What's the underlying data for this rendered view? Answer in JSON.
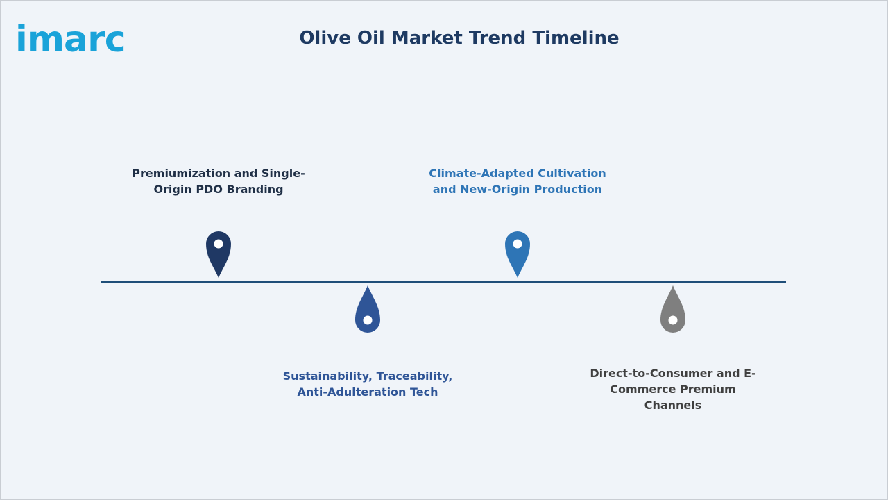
{
  "logo": {
    "text": "imarc"
  },
  "title": "Olive Oil Market Trend Timeline",
  "colors": {
    "background": "#f0f4f9",
    "title": "#1e3a62",
    "line": "#1f4e79",
    "logo": "#1aa3d9"
  },
  "milestones": [
    {
      "label": "Premiumization and Single-Origin PDO Branding",
      "label_lines": [
        "Premiumization and Single-",
        "Origin PDO Branding"
      ],
      "position": "above",
      "pin_color": "#1f3864",
      "text_color": "#1f2f46",
      "icon": "map-pin-icon"
    },
    {
      "label": "Sustainability, Traceability, Anti-Adulteration Tech",
      "label_lines": [
        "Sustainability, Traceability,",
        "Anti-Adulteration Tech"
      ],
      "position": "below",
      "pin_color": "#2f5597",
      "text_color": "#2f5597",
      "icon": "drop-pin-icon"
    },
    {
      "label": "Climate-Adapted Cultivation and New-Origin Production",
      "label_lines": [
        "Climate-Adapted Cultivation",
        "and New-Origin Production"
      ],
      "position": "above",
      "pin_color": "#2e75b6",
      "text_color": "#2e75b6",
      "icon": "map-pin-icon"
    },
    {
      "label": "Direct-to-Consumer and E-Commerce Premium Channels",
      "label_lines": [
        "Direct-to-Consumer and E-",
        "Commerce Premium Channels"
      ],
      "position": "below",
      "pin_color": "#7f7f7f",
      "text_color": "#404040",
      "icon": "drop-pin-icon"
    }
  ]
}
